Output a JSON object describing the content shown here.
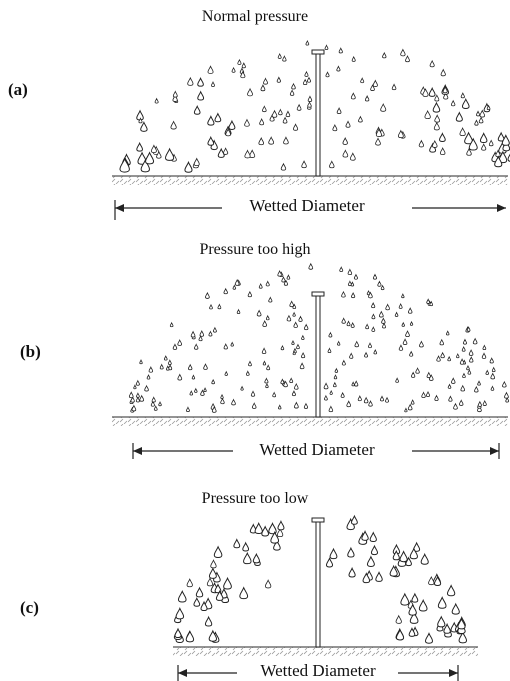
{
  "panels": [
    {
      "id": "a",
      "label": "(a)",
      "title": "Normal pressure",
      "dimension_label": "Wetted Diameter"
    },
    {
      "id": "b",
      "label": "(b)",
      "title": "Pressure too high",
      "dimension_label": "Wetted Diameter"
    },
    {
      "id": "c",
      "label": "(c)",
      "title": "Pressure too low",
      "dimension_label": "Wetted Diameter"
    }
  ],
  "colors": {
    "ink": "#222222",
    "ground": "#9a9a9a",
    "background": "#ffffff"
  },
  "icons": {
    "drop": "water-drop-icon",
    "sprinkler": "sprinkler-riser-icon"
  }
}
